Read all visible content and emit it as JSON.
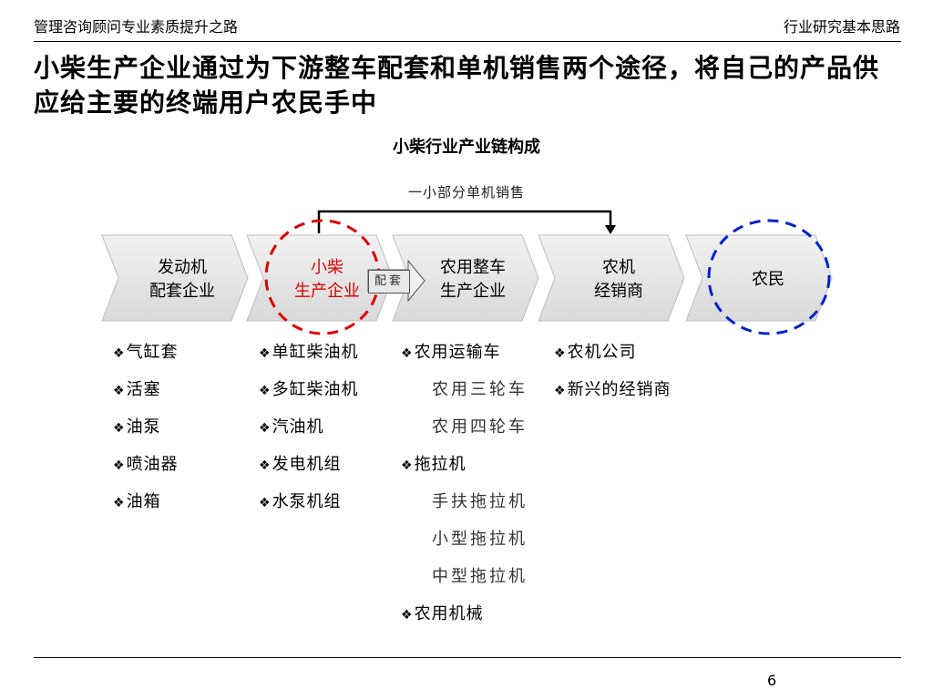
{
  "header": {
    "left": "管理咨询顾问专业素质提升之路",
    "right": "行业研究基本思路"
  },
  "title": "小柴生产企业通过为下游整车配套和单机销售两个途径，将自己的产品供应给主要的终端用户农民手中",
  "subtitle": "小柴行业产业链构成",
  "chain": {
    "top_note": "一小部分单机销售",
    "pei_tao_label": "配套",
    "stages": [
      {
        "line1": "发动机",
        "line2": "配套企业"
      },
      {
        "line1": "小柴",
        "line2": "生产企业"
      },
      {
        "line1": "农用整车",
        "line2": "生产企业"
      },
      {
        "line1": "农机",
        "line2": "经销商"
      },
      {
        "line1": "农民",
        "line2": ""
      }
    ],
    "colors": {
      "highlight": "#e00000",
      "red_circle": "#e00000",
      "blue_circle": "#0022cc",
      "chevron_fill": "#e6e6e6"
    }
  },
  "columns": [
    [
      {
        "text": "气缸套",
        "bullet": true
      },
      {
        "text": "活塞",
        "bullet": true
      },
      {
        "text": "油泵",
        "bullet": true
      },
      {
        "text": "喷油器",
        "bullet": true
      },
      {
        "text": "油箱",
        "bullet": true
      }
    ],
    [
      {
        "text": "单缸柴油机",
        "bullet": true
      },
      {
        "text": "多缸柴油机",
        "bullet": true
      },
      {
        "text": "汽油机",
        "bullet": true
      },
      {
        "text": "发电机组",
        "bullet": true
      },
      {
        "text": "水泵机组",
        "bullet": true
      }
    ],
    [
      {
        "text": "农用运输车",
        "bullet": true
      },
      {
        "text": "农用三轮车",
        "bullet": false
      },
      {
        "text": "农用四轮车",
        "bullet": false
      },
      {
        "text": "拖拉机",
        "bullet": true
      },
      {
        "text": "手扶拖拉机",
        "bullet": false
      },
      {
        "text": "小型拖拉机",
        "bullet": false
      },
      {
        "text": "中型拖拉机",
        "bullet": false
      },
      {
        "text": "农用机械",
        "bullet": true
      }
    ],
    [
      {
        "text": "农机公司",
        "bullet": true
      },
      {
        "text": "新兴的经销商",
        "bullet": true
      }
    ]
  ],
  "bullet_icon": "diamond-four-icon",
  "page_number": "6"
}
